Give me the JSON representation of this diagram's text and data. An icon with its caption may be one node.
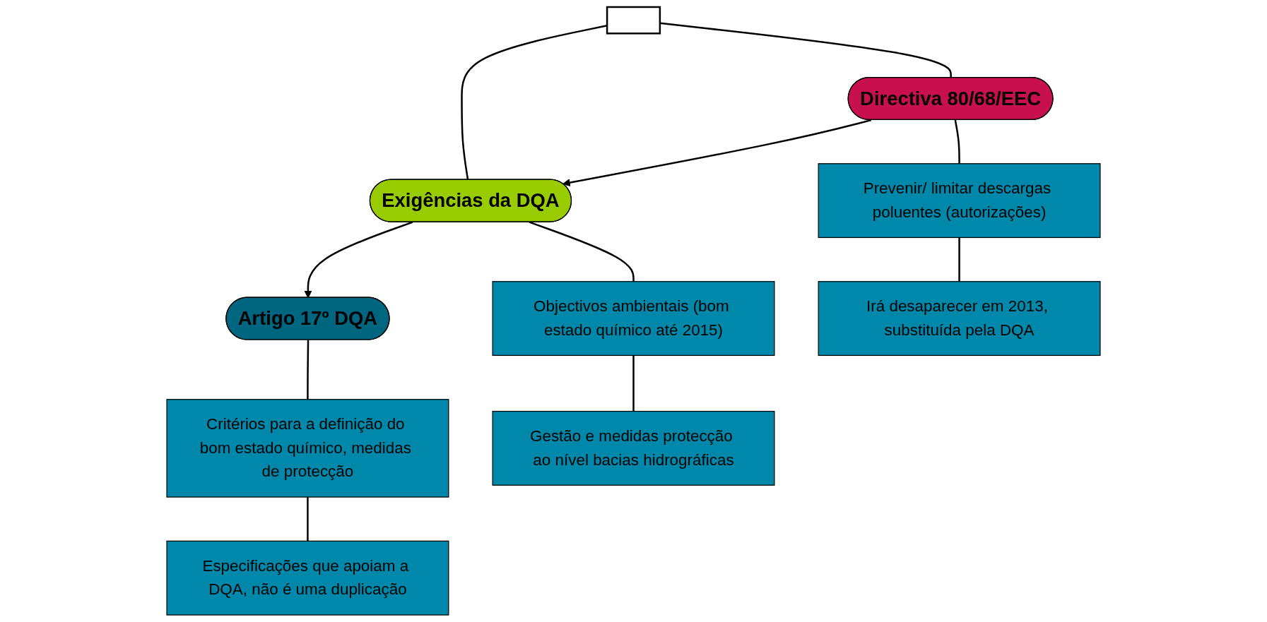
{
  "diagram": {
    "nodes": [
      {
        "text": [],
        "shape": "box"
      },
      {
        "text": [
          "Directiva 80/68/EEC"
        ]
      },
      {
        "text": [
          "Exigências da DQA"
        ]
      },
      {
        "text": [
          "Artigo 17º DQA"
        ]
      },
      {
        "text": [
          "Prevenir/ limitar descargas poluentes (autorizações)"
        ]
      },
      {
        "text": [
          "Objectivos ambientais (bom estado químico até 2015)"
        ]
      },
      {
        "text": [
          "Critérios para a definição do bom estado químico, medidas de protecção"
        ]
      },
      {
        "text": [
          "Irá desaparecer em 2013, substituída pela DQA"
        ]
      },
      {
        "text": [
          "Gestão e medidas protecção ao nível bacias hidrográficas"
        ]
      },
      {
        "text": [
          "Especificações que apoiam a DQA, não é uma duplicação"
        ]
      }
    ],
    "edges": [
      {
        "from": 0,
        "to": 1,
        "arrow": "none"
      },
      {
        "from": 0,
        "to": 2,
        "arrow": "none"
      },
      {
        "from": 1,
        "to": 2,
        "arrow": "to"
      },
      {
        "from": 2,
        "to": 3,
        "arrow": "to"
      },
      {
        "from": 1,
        "to": 4,
        "arrow": "none"
      },
      {
        "from": 2,
        "to": 5,
        "arrow": "none"
      },
      {
        "from": 3,
        "to": 6,
        "arrow": "none"
      },
      {
        "from": 4,
        "to": 7,
        "arrow": "none"
      },
      {
        "from": 5,
        "to": 8,
        "arrow": "none"
      },
      {
        "from": 6,
        "to": 9,
        "arrow": "none"
      }
    ]
  }
}
